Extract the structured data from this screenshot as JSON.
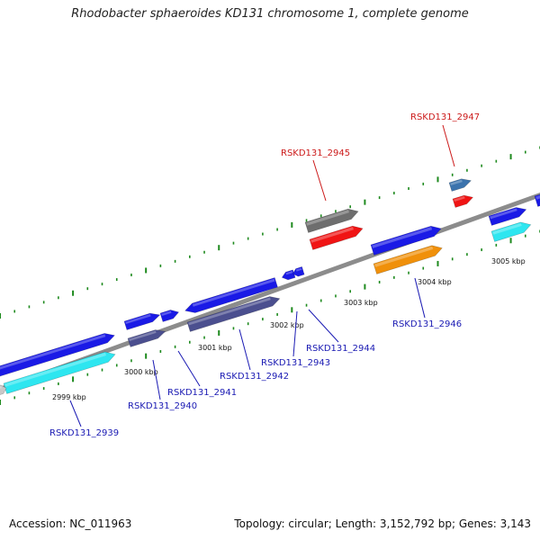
{
  "title": "Rhodobacter sphaeroides KD131 chromosome 1, complete genome",
  "footer": {
    "accession": "Accession: NC_011963",
    "summary": "Topology: circular; Length: 3,152,792 bp; Genes: 3,143"
  },
  "colors": {
    "backbone": "#8c8c8c",
    "tick": "#1e8a1e",
    "blue": "#1a1ae6",
    "cyan": "#2ee6f0",
    "gray": "#6e6e6e",
    "red": "#f01414",
    "orange": "#f0900a",
    "slate": "#4b4f8f",
    "steel": "#3b73ad",
    "label_blue": "#1a1ab3",
    "label_red": "#cc1a1a"
  },
  "kbp_labels": [
    "2999 kbp",
    "3000 kbp",
    "3001 kbp",
    "3002 kbp",
    "3003 kbp",
    "3004 kbp",
    "3005 kbp"
  ],
  "genes": [
    {
      "locus": "RSKD131_2939",
      "highlight": false
    },
    {
      "locus": "RSKD131_2940",
      "highlight": false
    },
    {
      "locus": "RSKD131_2941",
      "highlight": false
    },
    {
      "locus": "RSKD131_2942",
      "highlight": false
    },
    {
      "locus": "RSKD131_2943",
      "highlight": false
    },
    {
      "locus": "RSKD131_2944",
      "highlight": false
    },
    {
      "locus": "RSKD131_2945",
      "highlight": true
    },
    {
      "locus": "RSKD131_2946",
      "highlight": false
    },
    {
      "locus": "RSKD131_2947",
      "highlight": true
    }
  ]
}
